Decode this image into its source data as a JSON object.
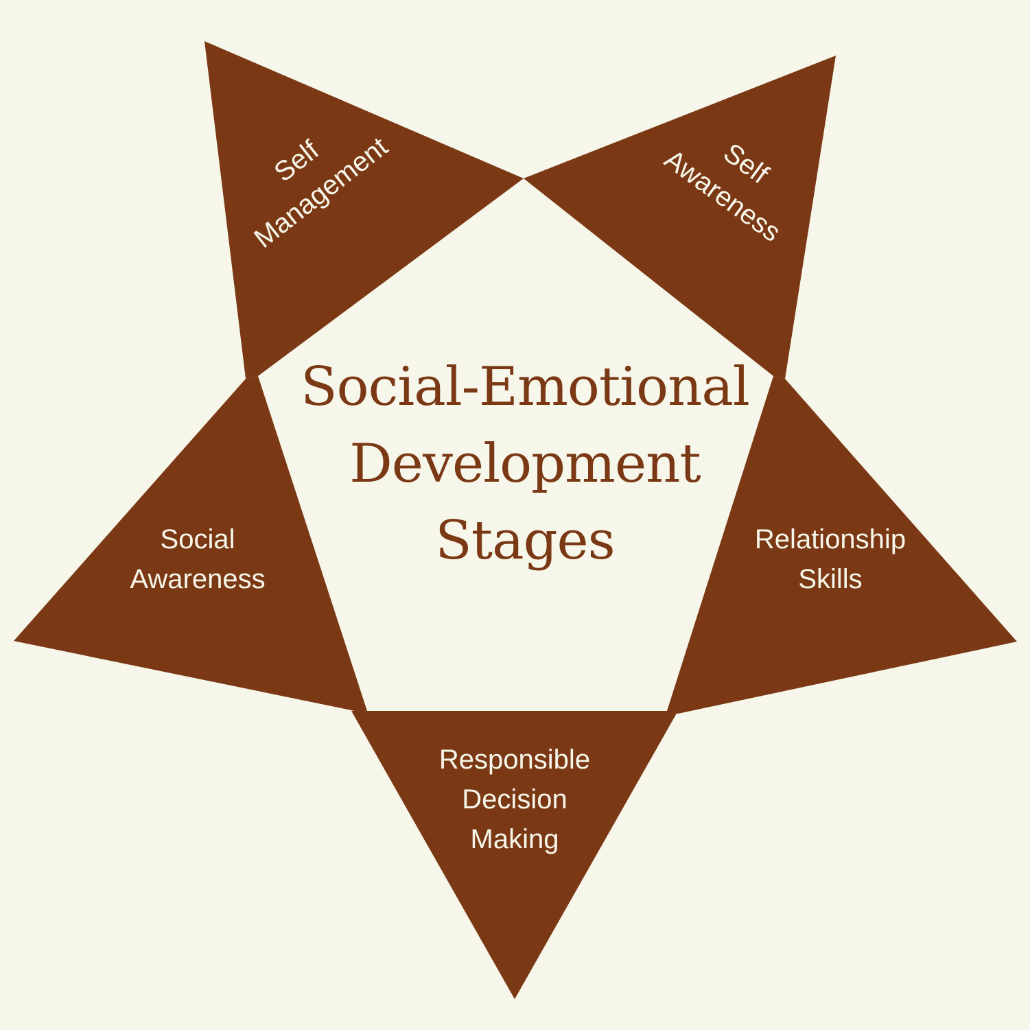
{
  "title": {
    "line1": "Social-Emotional",
    "line2": "Development",
    "line3": "Stages"
  },
  "points": [
    {
      "id": "self-management",
      "lines": [
        "Self",
        "Management"
      ]
    },
    {
      "id": "self-awareness",
      "lines": [
        "Self",
        "Awareness"
      ]
    },
    {
      "id": "social-awareness",
      "lines": [
        "Social",
        "Awareness"
      ]
    },
    {
      "id": "relationship-skills",
      "lines": [
        "Relationship",
        "Skills"
      ]
    },
    {
      "id": "responsible-decision-making",
      "lines": [
        "Responsible",
        "Decision",
        "Making"
      ]
    }
  ],
  "colors": {
    "background": "#f7f6ea",
    "star": "#7a3914",
    "label_text": "#f7f6ea",
    "title_text": "#7a3914"
  }
}
